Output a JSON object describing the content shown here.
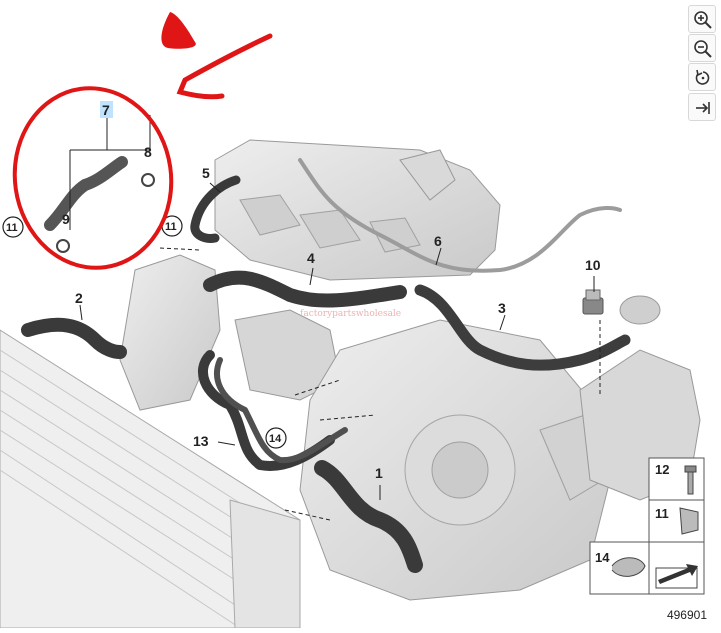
{
  "toolbar": [
    {
      "icon": "zoom-in-icon",
      "name": "zoom-in-button"
    },
    {
      "icon": "zoom-out-icon",
      "name": "zoom-out-button"
    },
    {
      "icon": "rotate-reset-icon",
      "name": "reset-button"
    },
    {
      "icon": "fit-arrow-icon",
      "name": "fit-button"
    }
  ],
  "callouts": {
    "c1": "1",
    "c2": "2",
    "c3": "3",
    "c4": "4",
    "c5": "5",
    "c6": "6",
    "c7": "7",
    "c8": "8",
    "c9": "9",
    "c10": "10",
    "c11a": "11",
    "c11b": "11",
    "c13": "13",
    "c14": "14"
  },
  "legend": {
    "l12": "12",
    "l11": "11",
    "l14": "14"
  },
  "watermark": "factorypartswholesale",
  "figure_number": "496901",
  "annotation_color": "#e01616",
  "highlight_color": "#bfe3ff"
}
